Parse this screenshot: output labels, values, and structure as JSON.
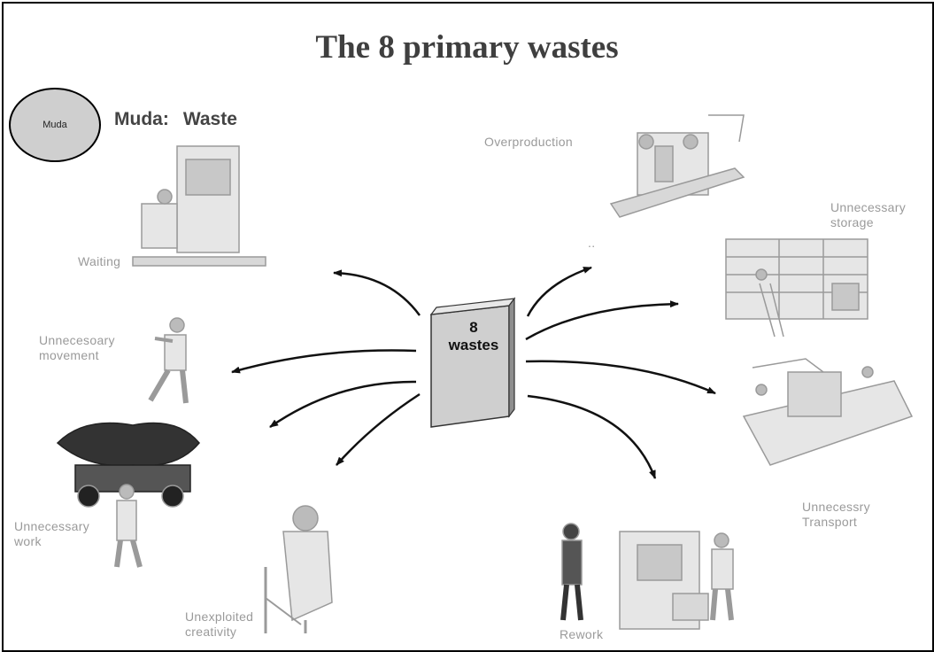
{
  "title": "The 8 primary wastes",
  "muda_circle_label": "Muda",
  "muda_definition": {
    "term": "Muda:",
    "meaning": "Waste"
  },
  "center": {
    "line1": "8",
    "line2": "wastes"
  },
  "wastes": {
    "waiting": "Waiting",
    "overproduction": "Overproduction",
    "overproduction_mark": "..",
    "storage_line1": "Unnecessary",
    "storage_line2": "storage",
    "movement_line1": "Unnecesoary",
    "movement_line2": "movement",
    "transport_line1": "Unnecessry",
    "transport_line2": "Transport",
    "work_line1": "Unnecessary",
    "work_line2": "work",
    "creativity_line1": "Unexploited",
    "creativity_line2": "creativity",
    "rework": "Rework"
  },
  "colors": {
    "arrow": "#111111",
    "book_front": "#cfcfcf",
    "book_side": "#8f8f8f",
    "label": "#9a9a9a"
  }
}
